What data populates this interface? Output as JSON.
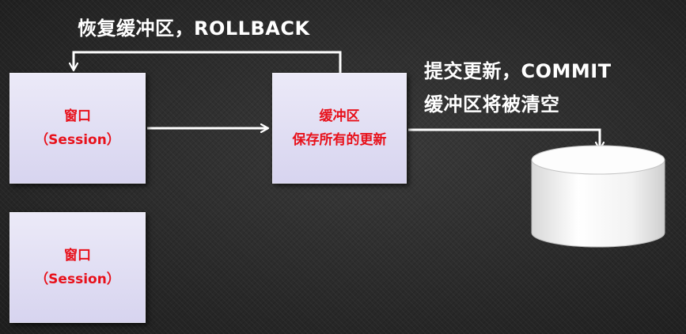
{
  "rollback_label": "恢复缓冲区，ROLLBACK",
  "commit_label": {
    "line1": "提交更新，COMMIT",
    "line2": "缓冲区将被清空"
  },
  "window_box_1": {
    "line1": "窗口",
    "line2": "（Session）"
  },
  "window_box_2": {
    "line1": "窗口",
    "line2": "（Session）"
  },
  "buffer_box": {
    "line1": "缓冲区",
    "line2": "保存所有的更新"
  },
  "colors": {
    "background": "#2a2a2a",
    "box_fill": "#dcd9f1",
    "box_text": "#e8101a",
    "label_text": "#ffffff",
    "arrow": "#ffffff",
    "database_fill": "#f4f4f4"
  }
}
